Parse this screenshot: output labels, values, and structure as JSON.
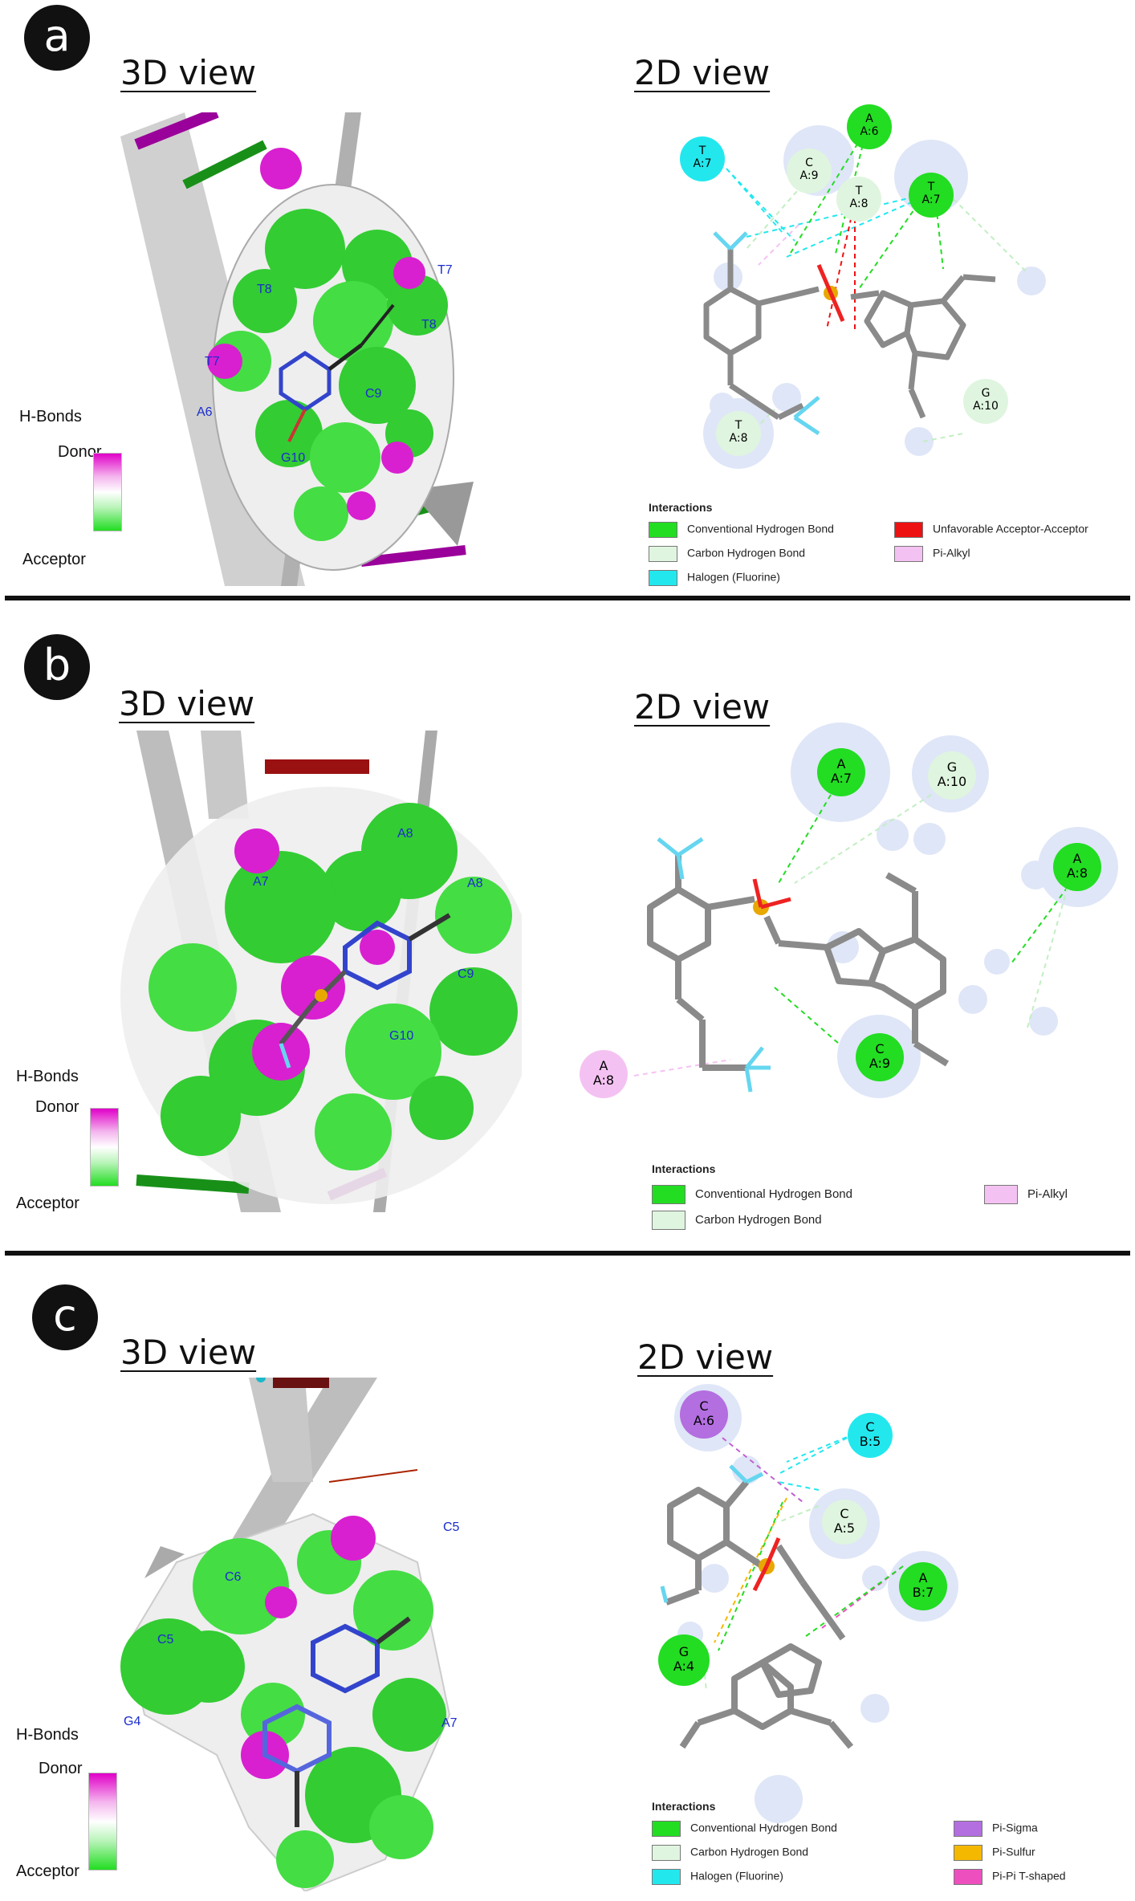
{
  "colors": {
    "conventional_hbond": "#22dd22",
    "carbon_hbond": "#dff5df",
    "halogen": "#22e8ee",
    "unfavorable": "#ee1111",
    "pi_alkyl": "#f4c2f2",
    "pi_sigma": "#b36ee0",
    "pi_sulfur": "#f5b800",
    "pi_pi_tshaped": "#ee4fbf",
    "donor": "#e000c8",
    "acceptor": "#22dd22"
  },
  "common": {
    "title_3d": "3D view",
    "title_2d": "2D view",
    "hbonds_title": "H-Bonds",
    "donor": "Donor",
    "acceptor": "Acceptor",
    "interactions_title": "Interactions"
  },
  "panels": [
    {
      "letter": "a",
      "labels_3d": [
        "T8",
        "T7",
        "T8",
        "T7",
        "C9",
        "A6",
        "G10"
      ],
      "residues": [
        {
          "chain": "A",
          "id": "A:6",
          "type": "conventional"
        },
        {
          "chain": "T",
          "id": "A:7",
          "type": "halogen"
        },
        {
          "chain": "C",
          "id": "A:9",
          "type": "carbon"
        },
        {
          "chain": "T",
          "id": "A:8",
          "type": "carbon"
        },
        {
          "chain": "T",
          "id": "A:7",
          "type": "conventional"
        },
        {
          "chain": "T",
          "id": "A:8",
          "type": "carbon"
        },
        {
          "chain": "G",
          "id": "A:10",
          "type": "carbon"
        }
      ],
      "legend": [
        "Conventional Hydrogen Bond",
        "Carbon Hydrogen Bond",
        "Halogen (Fluorine)",
        "Unfavorable Acceptor-Acceptor",
        "Pi-Alkyl"
      ]
    },
    {
      "letter": "b",
      "labels_3d": [
        "A8",
        "A7",
        "A8",
        "C9",
        "G10"
      ],
      "residues": [
        {
          "chain": "A",
          "id": "A:7",
          "type": "conventional"
        },
        {
          "chain": "G",
          "id": "A:10",
          "type": "carbon"
        },
        {
          "chain": "A",
          "id": "A:8",
          "type": "conventional"
        },
        {
          "chain": "A",
          "id": "A:8",
          "type": "pi_alkyl"
        },
        {
          "chain": "C",
          "id": "A:9",
          "type": "conventional"
        }
      ],
      "legend": [
        "Conventional Hydrogen Bond",
        "Carbon Hydrogen Bond",
        "Pi-Alkyl"
      ]
    },
    {
      "letter": "c",
      "labels_3d": [
        "C5",
        "C6",
        "C5",
        "G4",
        "A7"
      ],
      "residues": [
        {
          "chain": "C",
          "id": "A:6",
          "type": "pi_sigma"
        },
        {
          "chain": "C",
          "id": "B:5",
          "type": "halogen"
        },
        {
          "chain": "C",
          "id": "A:5",
          "type": "carbon"
        },
        {
          "chain": "A",
          "id": "B:7",
          "type": "conventional"
        },
        {
          "chain": "G",
          "id": "A:4",
          "type": "conventional"
        }
      ],
      "legend": [
        "Conventional Hydrogen Bond",
        "Carbon Hydrogen Bond",
        "Halogen (Fluorine)",
        "Pi-Sigma",
        "Pi-Sulfur",
        "Pi-Pi T-shaped"
      ]
    }
  ]
}
